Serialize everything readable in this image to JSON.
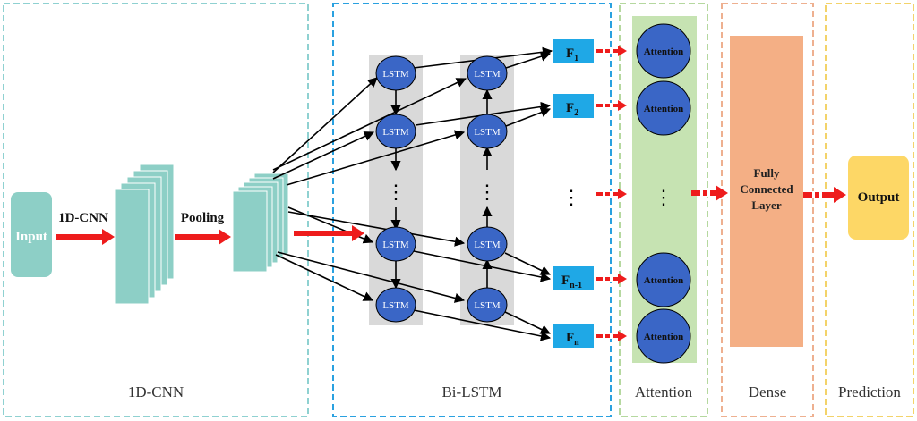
{
  "sections": {
    "cnn": {
      "label": "1D-CNN",
      "border_color": "#8fd1d1"
    },
    "bilstm": {
      "label": "Bi-LSTM",
      "border_color": "#2aa1e0"
    },
    "attention": {
      "label": "Attention",
      "border_color": "#b5d89f"
    },
    "dense": {
      "label": "Dense",
      "border_color": "#eeb090"
    },
    "prediction": {
      "label": "Prediction",
      "border_color": "#f3d36a"
    }
  },
  "cnn": {
    "input_label": "Input",
    "conv_label": "1D-CNN",
    "pool_label": "Pooling",
    "block_color": "#8dcfc6"
  },
  "bilstm": {
    "cell_label": "LSTM",
    "ellipsis": "⋮",
    "cell_color": "#3a66c6",
    "column_bg": "#d9d9d9"
  },
  "features": [
    {
      "base": "F",
      "sub": "1"
    },
    {
      "base": "F",
      "sub": "2"
    },
    {
      "base": "⋮",
      "sub": ""
    },
    {
      "base": "F",
      "sub": "n-1"
    },
    {
      "base": "F",
      "sub": "n"
    }
  ],
  "feature_color": "#1fa8e6",
  "attention": {
    "node_label": "Attention",
    "ellipsis": "⋮",
    "bg_color": "#c6e3b2"
  },
  "dense": {
    "label_lines": [
      "Fully",
      "Connected",
      "Layer"
    ],
    "color": "#f4af85"
  },
  "prediction": {
    "label": "Output",
    "color": "#fdd766"
  },
  "arrow_color": "#ee1c1c"
}
